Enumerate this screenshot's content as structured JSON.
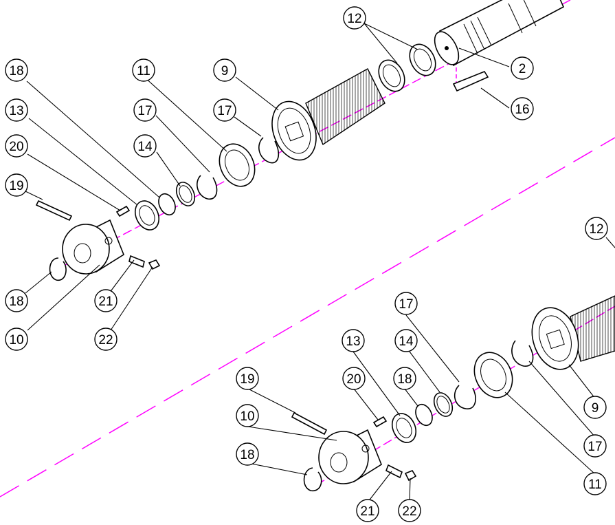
{
  "diagram": {
    "colors": {
      "axis": "#ff00ff",
      "lines": "#000000",
      "background": "#ffffff"
    },
    "upper_assembly": {
      "callouts": [
        "12",
        "2",
        "16",
        "9",
        "11",
        "17",
        "17",
        "18",
        "13",
        "14",
        "20",
        "19",
        "18",
        "10",
        "21",
        "22"
      ]
    },
    "lower_assembly": {
      "callouts": [
        "12",
        "17",
        "13",
        "14",
        "18",
        "20",
        "19",
        "10",
        "18",
        "21",
        "22",
        "9",
        "17",
        "11"
      ]
    }
  }
}
